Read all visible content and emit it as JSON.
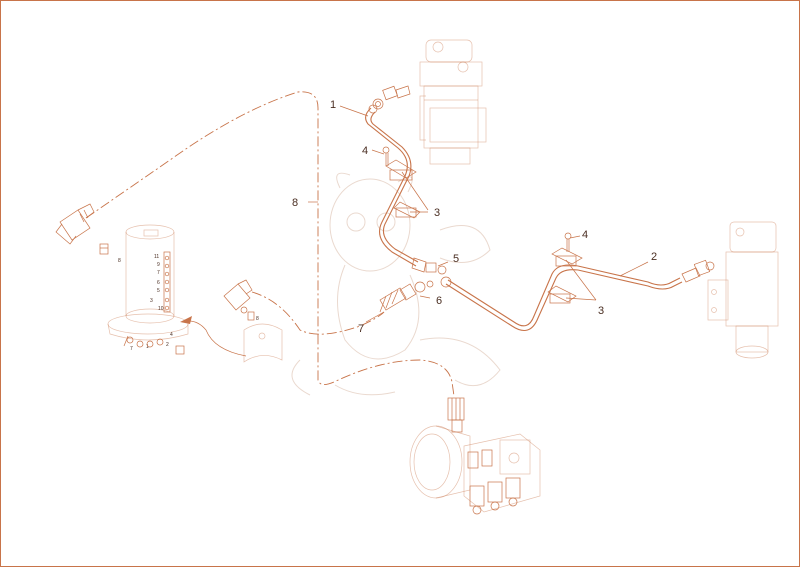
{
  "diagram": {
    "accent_color": "#c8744a",
    "text_color": "#4a2e22",
    "callouts": [
      {
        "id": "c1",
        "label": "1"
      },
      {
        "id": "c2",
        "label": "2"
      },
      {
        "id": "c3a",
        "label": "3"
      },
      {
        "id": "c3b",
        "label": "3"
      },
      {
        "id": "c4a",
        "label": "4"
      },
      {
        "id": "c4b",
        "label": "4"
      },
      {
        "id": "c5",
        "label": "5"
      },
      {
        "id": "c6",
        "label": "6"
      },
      {
        "id": "c7",
        "label": "7"
      },
      {
        "id": "c8",
        "label": "8"
      }
    ],
    "swivel_port_labels": [
      "8",
      "11",
      "9",
      "7",
      "6",
      "5",
      "3",
      "10",
      "4",
      "2",
      "7",
      "1",
      "8"
    ],
    "icons": [
      "swivel-joint-icon",
      "hydraulic-motor-icon",
      "valve-block-icon",
      "cylinder-icon",
      "mascot-watermark-icon"
    ]
  }
}
